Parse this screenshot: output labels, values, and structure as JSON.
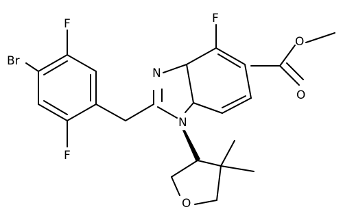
{
  "molecule": {
    "atoms": {
      "br": "Br",
      "f_top_left": "F",
      "f_bottom_left": "F",
      "f_benzimidazole": "F",
      "n_imine": "N",
      "n_ring": "N",
      "o_ester_single": "O",
      "o_ester_double": "O",
      "o_ring": "O"
    },
    "colors": {
      "bond": "#000000",
      "atom_label": "#000000",
      "background": "#ffffff"
    }
  }
}
